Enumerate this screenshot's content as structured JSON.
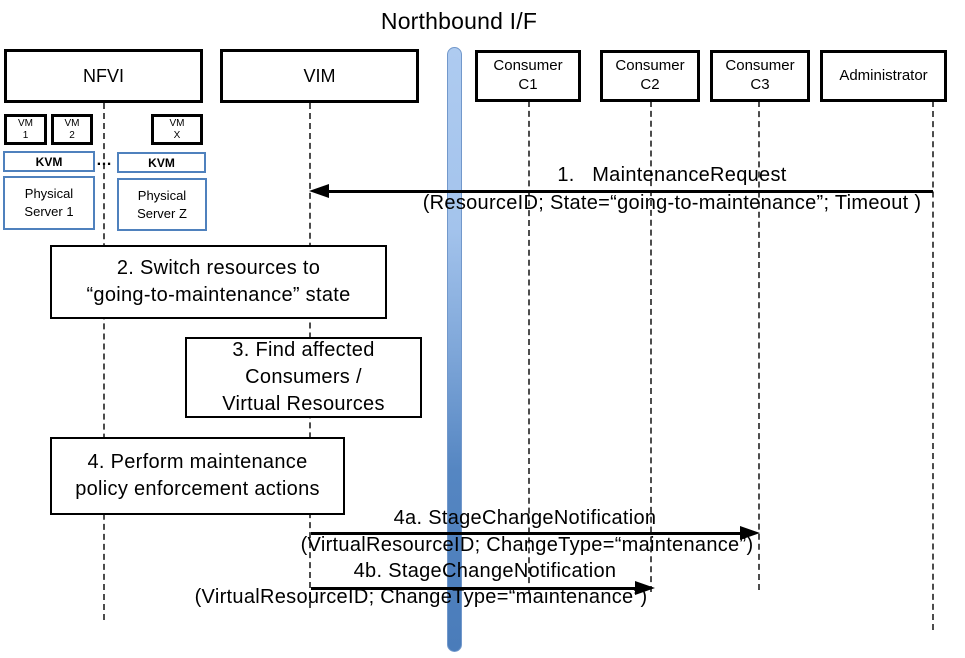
{
  "title": "Northbound I/F",
  "colors": {
    "accent_blue": "#4F81BD",
    "bar_top": "#AECBF0",
    "bar_bottom": "#4A7CBA",
    "lifeline_gray": "#4D4D4D",
    "box_border": "#000000"
  },
  "actors": {
    "nfvi": "NFVI",
    "vim": "VIM",
    "c1": [
      "Consumer",
      "C1"
    ],
    "c2": [
      "Consumer",
      "C2"
    ],
    "c3": [
      "Consumer",
      "C3"
    ],
    "admin": "Administrator"
  },
  "nfvi_detail": {
    "vm1": [
      "VM",
      "1"
    ],
    "vm2": [
      "VM",
      "2"
    ],
    "vmx": [
      "VM",
      "X"
    ],
    "kvm1": "KVM",
    "kvm2": "KVM",
    "ellipsis": "…",
    "ps1": [
      "Physical",
      "Server 1"
    ],
    "psz": [
      "Physical",
      "Server Z"
    ]
  },
  "steps": {
    "step2": [
      "2. Switch resources to",
      "“going-to-maintenance” state"
    ],
    "step3": [
      "3. Find affected",
      "Consumers /",
      "Virtual Resources"
    ],
    "step4": [
      "4. Perform maintenance",
      "policy enforcement actions"
    ]
  },
  "messages": {
    "m1": {
      "name": "1.   MaintenanceRequest",
      "params": "(ResourceID; State=“going-to-maintenance”; Timeout )"
    },
    "m4a": {
      "name": "4a. StageChangeNotification",
      "params": "(VirtualResourceID; ChangeType=“maintenance”)"
    },
    "m4b": {
      "name": "4b. StageChangeNotification",
      "params": "(VirtualResourceID; ChangeType=“maintenance”)"
    }
  }
}
